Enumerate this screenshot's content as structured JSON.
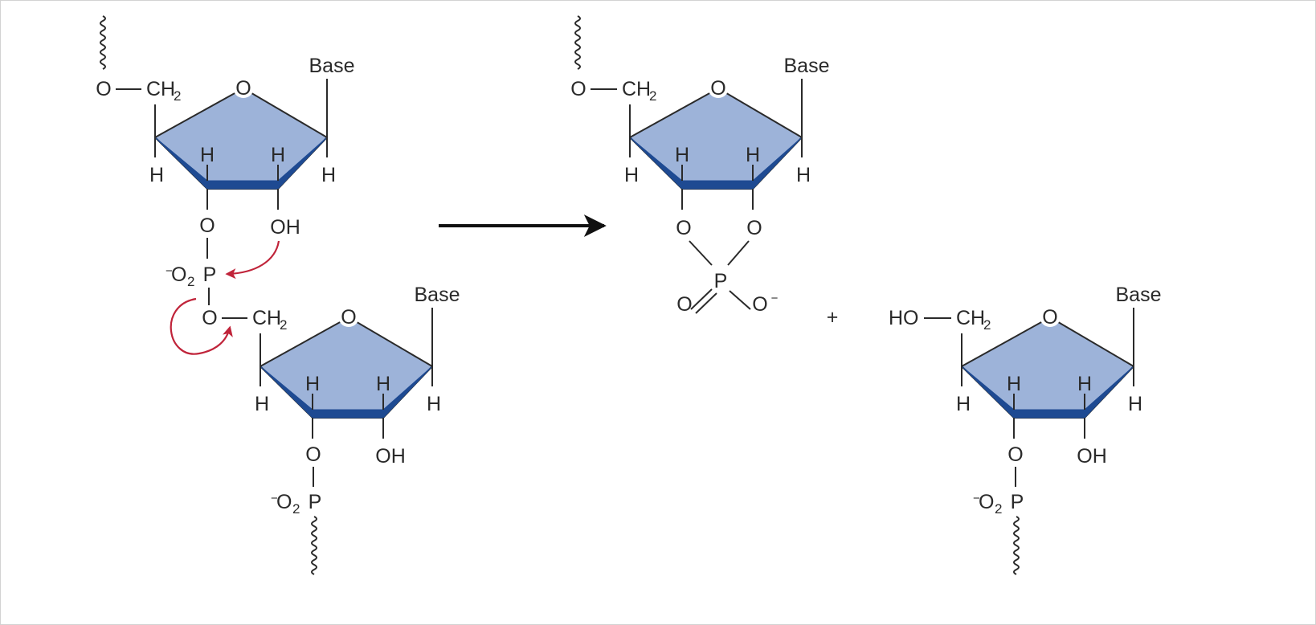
{
  "labels": {
    "base": "Base",
    "o": "O",
    "h": "H",
    "oh": "OH",
    "ch": "CH",
    "two": "2",
    "p": "P",
    "minus": "−",
    "ho": "HO",
    "plus": "+"
  },
  "colors": {
    "ring_face": "#9db3d9",
    "ring_edge": "#1e4a92",
    "ring_outline": "#2a2a2a",
    "mechanism_arrow": "#c0243a",
    "reaction_arrow": "#111111",
    "text": "#2a2a2a"
  }
}
